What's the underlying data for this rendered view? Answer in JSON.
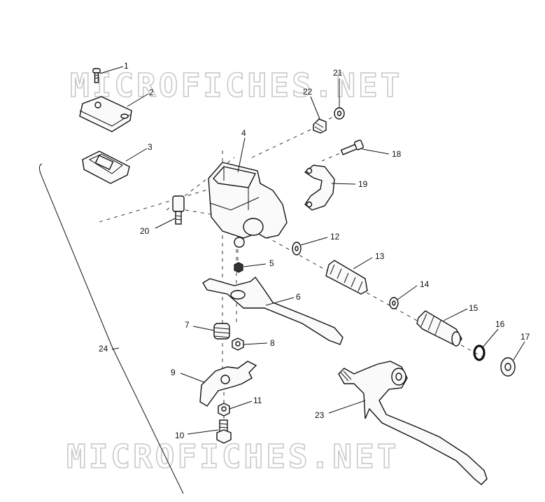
{
  "watermark": {
    "top_text": "MICROFICHES.NET",
    "bottom_text": "MICROFICHES.NET"
  },
  "callouts": {
    "c1": "1",
    "c2": "2",
    "c3": "3",
    "c4": "4",
    "c5": "5",
    "c6": "6",
    "c7": "7",
    "c8": "8",
    "c9": "9",
    "c10": "10",
    "c11": "11",
    "c12": "12",
    "c13": "13",
    "c14": "14",
    "c15": "15",
    "c16": "16",
    "c17": "17",
    "c18": "18",
    "c19": "19",
    "c20": "20",
    "c21": "21",
    "c22": "22",
    "c23": "23",
    "c24": "24"
  }
}
